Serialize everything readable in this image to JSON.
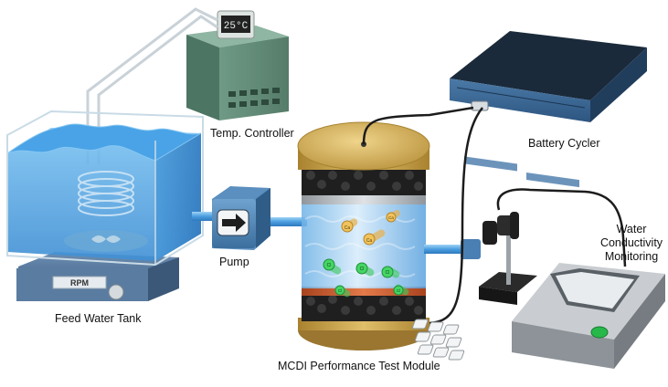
{
  "labels": {
    "temp_controller": "Temp. Controller",
    "battery_cycler": "Battery Cycler",
    "pump": "Pump",
    "feed_water_tank": "Feed Water Tank",
    "mcdi_module": "MCDI Performance Test Module",
    "conductivity_line1": "Water",
    "conductivity_line2": "Conductivity",
    "conductivity_line3": "Monitoring"
  },
  "displays": {
    "temperature": "25°C",
    "stirrer": "RPM"
  },
  "ions": {
    "cation": "Ca",
    "anion": "Cl"
  },
  "colors": {
    "water": "#5aaee8",
    "cation": "#e8b04a",
    "anion": "#3cc85a",
    "electrode_top": "#9ea3a8",
    "electrode_bottom": "#d2552a",
    "carbon": "#1f1f1f",
    "cap": "#c9a24a"
  }
}
